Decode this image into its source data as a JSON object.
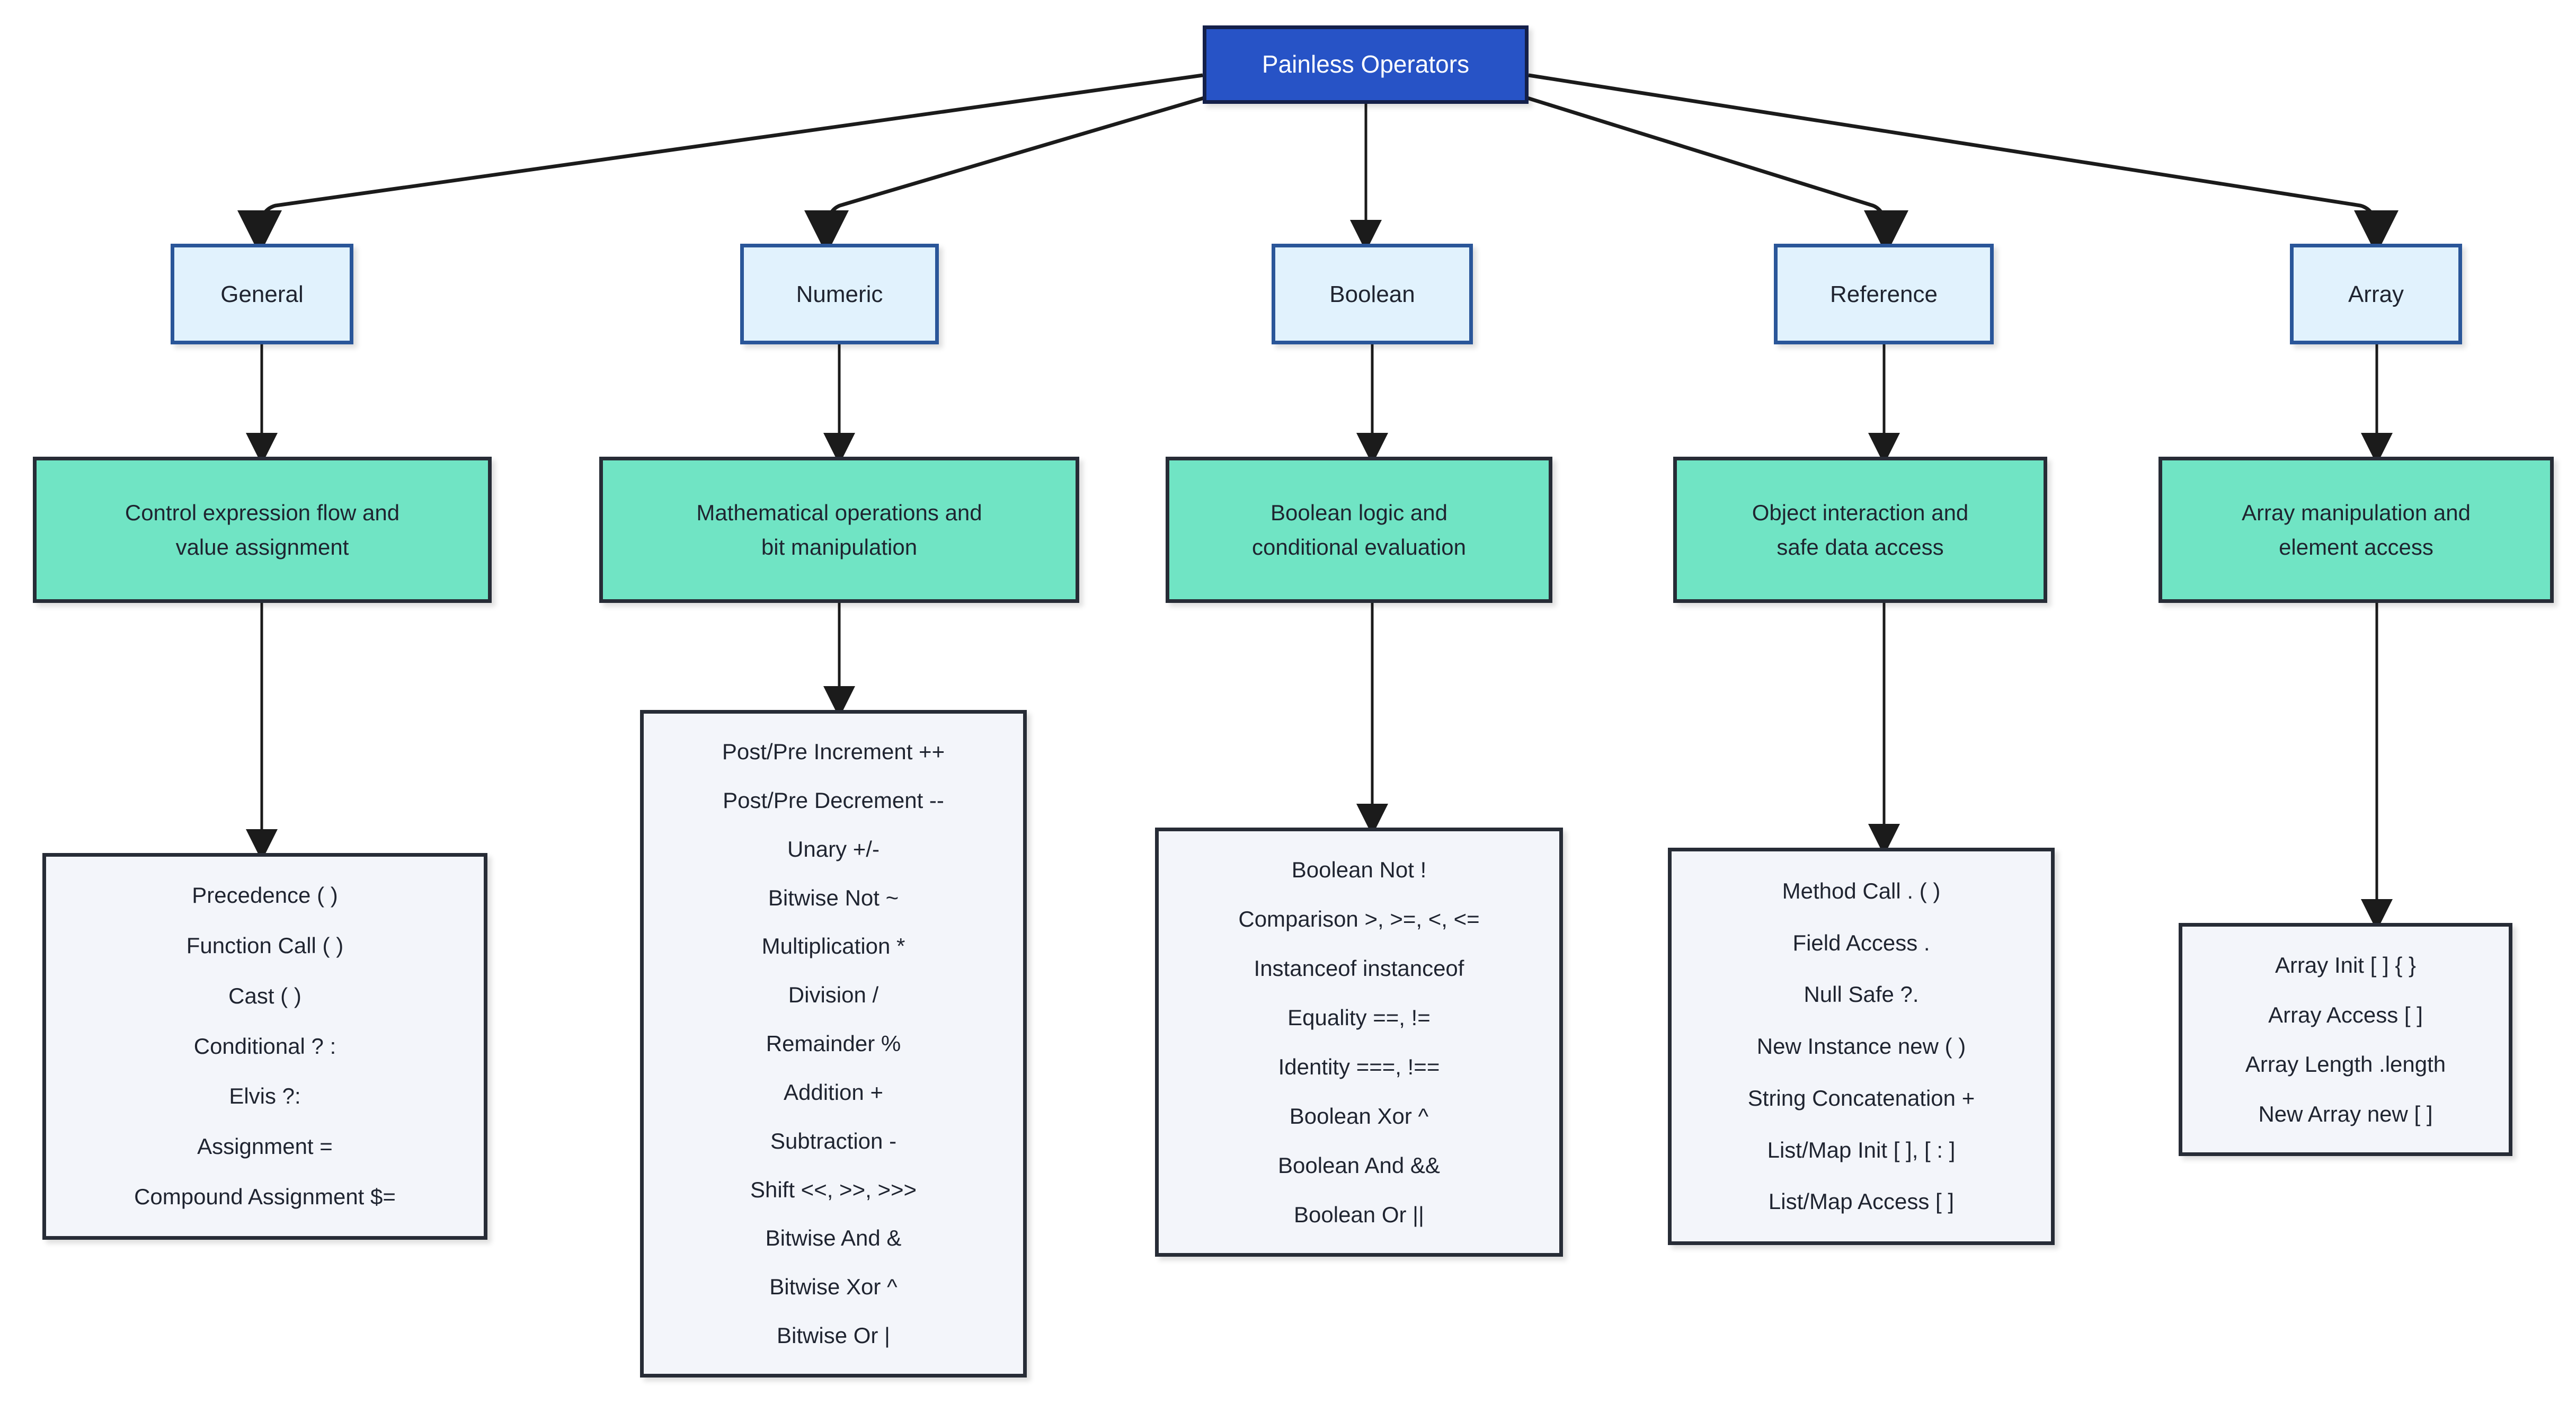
{
  "diagram": {
    "type": "flowchart",
    "title": "Painless Operators",
    "root": {
      "label": "Painless Operators"
    },
    "colors": {
      "root_fill": "#2753C6",
      "root_border": "#14204A",
      "root_text": "#FFFFFF",
      "category_fill": "#E1F2FD",
      "category_border": "#2A5699",
      "description_fill": "#70E4C4",
      "description_border": "#272C36",
      "list_fill": "#F3F5FA",
      "list_border": "#272C36",
      "edge": "#1B1B1B",
      "page_background": "#FFFFFF"
    },
    "branches": [
      {
        "category": "General",
        "description_lines": [
          "Control expression flow and",
          "value assignment"
        ],
        "operators": [
          "Precedence ( )",
          "Function Call ( )",
          "Cast ( )",
          "Conditional ? :",
          "Elvis ?:",
          "Assignment =",
          "Compound Assignment $="
        ]
      },
      {
        "category": "Numeric",
        "description_lines": [
          "Mathematical operations and",
          "bit manipulation"
        ],
        "operators": [
          "Post/Pre Increment ++",
          "Post/Pre Decrement --",
          "Unary +/-",
          "Bitwise Not ~",
          "Multiplication *",
          "Division /",
          "Remainder %",
          "Addition +",
          "Subtraction -",
          "Shift <<, >>, >>>",
          "Bitwise And &",
          "Bitwise Xor ^",
          "Bitwise Or |"
        ]
      },
      {
        "category": "Boolean",
        "description_lines": [
          "Boolean logic and",
          "conditional evaluation"
        ],
        "operators": [
          "Boolean Not !",
          "Comparison >, >=, <, <=",
          "Instanceof instanceof",
          "Equality ==, !=",
          "Identity ===, !==",
          "Boolean Xor ^",
          "Boolean And &&",
          "Boolean Or ||"
        ]
      },
      {
        "category": "Reference",
        "description_lines": [
          "Object interaction and",
          "safe data access"
        ],
        "operators": [
          "Method Call . ( )",
          "Field Access .",
          "Null Safe ?.",
          "New Instance new ( )",
          "String Concatenation +",
          "List/Map Init [ ], [ : ]",
          "List/Map Access [ ]"
        ]
      },
      {
        "category": "Array",
        "description_lines": [
          "Array manipulation and",
          "element access"
        ],
        "operators": [
          "Array Init [ ] { }",
          "Array Access [ ]",
          "Array Length .length",
          "New Array new [ ]"
        ]
      }
    ]
  }
}
